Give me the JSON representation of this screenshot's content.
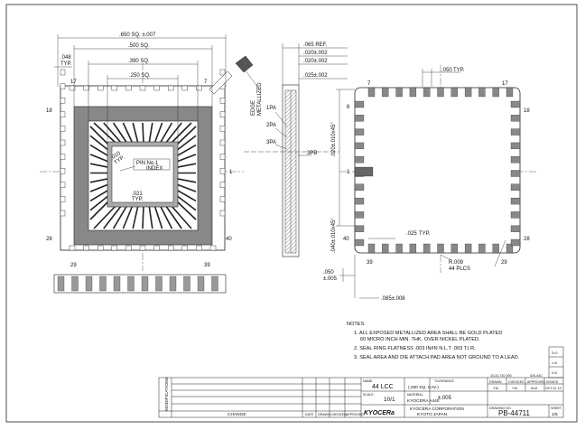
{
  "drawing": {
    "top_view": {
      "dims": {
        "outer": ".650 SQ. ±.007",
        "seal": ".500 SQ.",
        "inner": ".390 SQ.",
        "cavity": ".250 SQ.",
        "pitch_left": ".048",
        "pitch_left_typ": "TYP.",
        "bond": ".010",
        "bond_typ": "TYP.",
        "lead": ".021",
        "lead_typ": "TYP."
      },
      "pin_label": "PIN No.1",
      "index_label": "INDEX",
      "pin_numbers": {
        "p1": "1",
        "p7": "7",
        "p17": "17",
        "p18": "18",
        "p28": "28",
        "p29": "29",
        "p39": "39",
        "p40": "40"
      },
      "edge_label_1": "EDGE",
      "edge_label_2": "METALLIZED"
    },
    "side_view": {
      "dims": {
        "ref": ".065 REF.",
        "d1": ".020±.002",
        "d2": ".020±.002",
        "d3": ".025±.002"
      },
      "layers": {
        "pa1": "1PA",
        "pa2": "2PA",
        "pa3": "3PA",
        "pb3": "3PB"
      }
    },
    "bottom_view": {
      "dims": {
        "pitch_top": ".050",
        "pitch_top_typ": "TYP.",
        "side_v1": ".020±.010x45°",
        "side_v2": ".040±.010x45°",
        "pad": ".025",
        "pad_typ": "TYP.",
        "radius": "R.009",
        "radius_plcs": "44 PLCS",
        "bottom_left": ".050",
        "bottom_left_tol": "±.005",
        "bottom": ".085±.008"
      },
      "pin_numbers": {
        "p1": "1",
        "p6": "6",
        "p7": "7",
        "p17": "17",
        "p18": "18",
        "p28": "28",
        "p29": "29",
        "p39": "39",
        "p40": "40"
      }
    },
    "notes": {
      "heading": "NOTES:",
      "n1a": "1. ALL EXPOSED METALLIZED AREA SHALL BE GOLD PLATED",
      "n1b": "60 MICRO INCH MIN. THK. OVER NICKEL PLATED.",
      "n2": "2. SEAL RING FLATNESS .003 IN/IN N.L.T .003 T.I.R.",
      "n3": "3. SEAL AREA AND DIE ATTACH PAD AREA NOT GROUND TO A LEAD."
    },
    "title_block": {
      "modifications": "MODIFICATIONS",
      "change": "CHANGE",
      "date": "DATE",
      "drawn": "DRAWN",
      "checked": "CHECKED",
      "approved": "APPROVED",
      "name_label": "NAME",
      "name": "44 LCC",
      "name_sub": "(.250 SQ. CAV.)",
      "tol_label": "TOLERANCE",
      "scale_label": "SCALE",
      "scale": "10/1",
      "material_label": "MATERIAL",
      "material": "KYOCERA A440",
      "tolerance": "±.005",
      "logo": "KYOCERa",
      "company": "KYOCERA CORPORATION",
      "city": "KYOTO JAPAN",
      "drawing_no_label": "DRAWING NO.",
      "drawing_no": "PB-44711",
      "sheet_label": "SHEET",
      "sheet": "1/5",
      "date_value": "10-31-710-000",
      "drawn_value": "Y.M",
      "checked_value": "Y.M",
      "approved_value": "M.M",
      "issued_value": "OCT.12.'12",
      "col_drawn": "DRAWN",
      "col_checked": "CHECKED",
      "col_approved": "APPROVED",
      "col_issued": "ISSUED",
      "rev": "S=0",
      "rev2": "1=0",
      "rev3": "2=0",
      "top_code": "020-44C"
    }
  }
}
